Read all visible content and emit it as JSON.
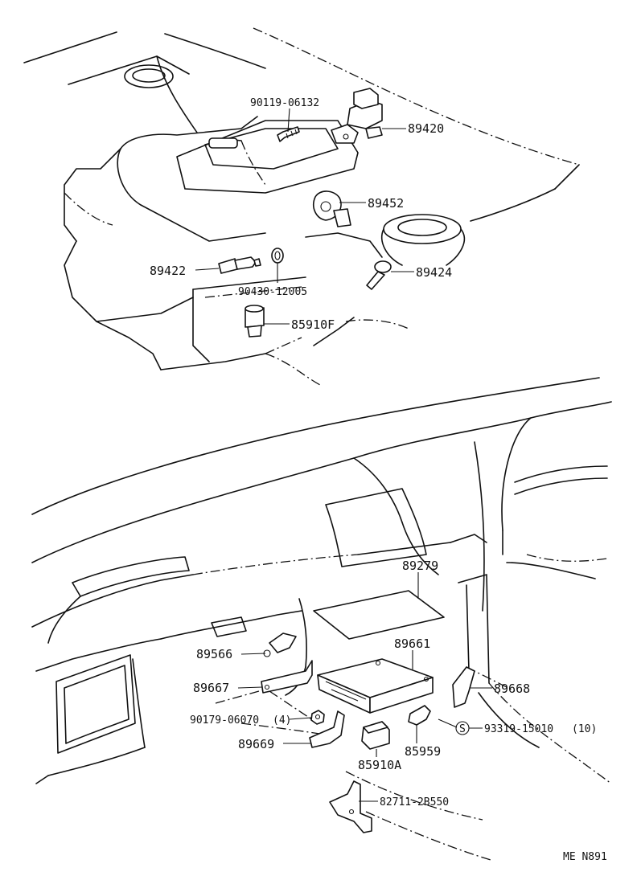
{
  "labels": {
    "p90119": "90119-06132",
    "p89420": "89420",
    "p89452": "89452",
    "p89422": "89422",
    "p90430": "90430-12005",
    "p89424": "89424",
    "p85910f": "85910F",
    "p89279": "89279",
    "p89566": "89566",
    "p89661": "89661",
    "p89667": "89667",
    "p89668": "89668",
    "p90179": "90179-06070",
    "p90179_qty": "(4)",
    "p93319": "93319-15010",
    "p93319_qty": "(10)",
    "s_mark": "S",
    "p89669": "89669",
    "p85959": "85959",
    "p85910a": "85910A",
    "p82711": "82711-2B550"
  },
  "footer": {
    "code": "ME N891"
  }
}
